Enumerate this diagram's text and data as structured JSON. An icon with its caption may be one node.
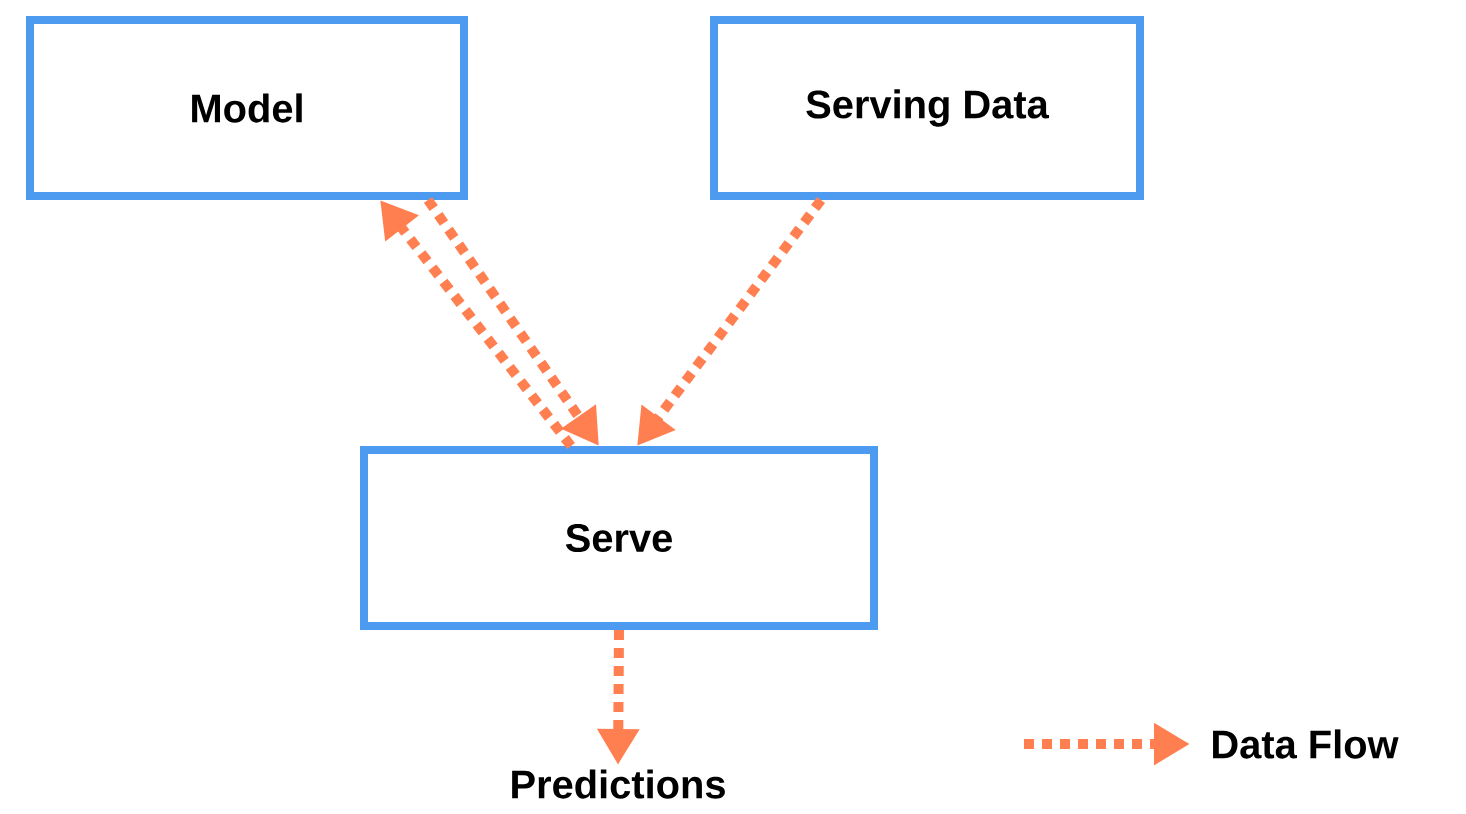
{
  "diagram": {
    "nodes": [
      {
        "text": [
          "Model"
        ]
      },
      {
        "text": [
          "Serving Data"
        ]
      },
      {
        "text": [
          "Serve"
        ]
      },
      {
        "text": [
          "Predictions"
        ]
      }
    ],
    "edges": [
      {
        "from": 2,
        "to": 0,
        "arrow": "to"
      },
      {
        "from": 0,
        "to": 2,
        "arrow": "to"
      },
      {
        "from": 1,
        "to": 2,
        "arrow": "to"
      },
      {
        "from": 2,
        "to": 3,
        "arrow": "to"
      }
    ],
    "legend": [
      {
        "text": "Data Flow"
      }
    ]
  }
}
